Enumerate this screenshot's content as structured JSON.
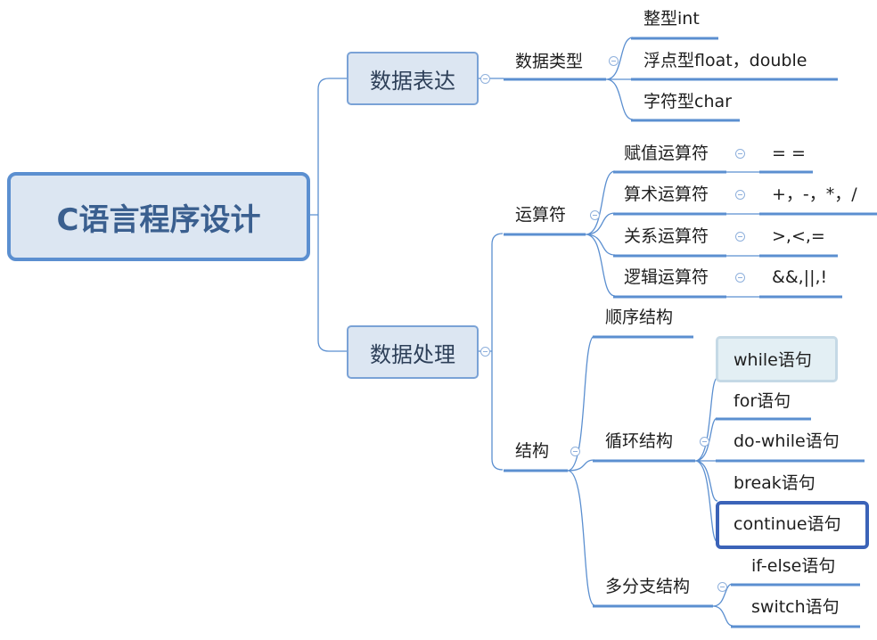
{
  "root": "C语言程序设计",
  "branches": {
    "expression": {
      "label": "数据表达",
      "data_types": {
        "label": "数据类型",
        "children": [
          "整型int",
          "浮点型float，double",
          "字符型char"
        ]
      }
    },
    "processing": {
      "label": "数据处理",
      "operators": {
        "label": "运算符",
        "children": [
          {
            "label": "赋值运算符",
            "value": "= ="
          },
          {
            "label": "算术运算符",
            "value": "+，-，*，/"
          },
          {
            "label": "关系运算符",
            "value": ">,<,="
          },
          {
            "label": "逻辑运算符",
            "value": "&&,||,!"
          }
        ]
      },
      "structure": {
        "label": "结构",
        "sequential": "顺序结构",
        "loop": {
          "label": "循环结构",
          "children": [
            "while语句",
            "for语句",
            "do-while语句",
            "break语句",
            "continue语句"
          ]
        },
        "branch": {
          "label": "多分支结构",
          "children": [
            "if-else语句",
            "switch语句"
          ]
        }
      }
    }
  },
  "colors": {
    "line": "#5b8fd0",
    "node_fill": "#dce6f2",
    "root_text": "#3a5f8f",
    "selected_border": "#3b63b8"
  }
}
